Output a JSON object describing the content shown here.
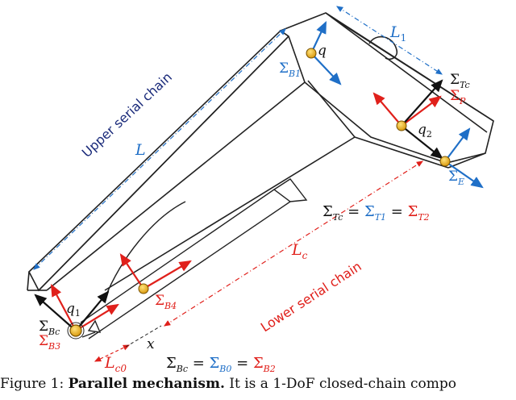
{
  "labels": {
    "upper_chain": "Upper serial chain",
    "lower_chain": "Lower serial chain",
    "L": "L",
    "L1": "L",
    "L1_sub": "1",
    "Lc": "L",
    "Lc_sub": "c",
    "Lc0": "L",
    "Lc0_sub": "c0",
    "x": "x",
    "q": "q",
    "q1": "q",
    "q1_sub": "1",
    "q2": "q",
    "q2_sub": "2"
  },
  "frames": {
    "sigma": "Σ",
    "B1": "B1",
    "Tc": "Tc",
    "P": "P",
    "E": "E",
    "B4": "B4",
    "Bc": "Bc",
    "B3": "B3"
  },
  "equations": {
    "eq1": {
      "lhs": "Tc",
      "mid": "T1",
      "rhs": "T2",
      "eq": "="
    },
    "eq2": {
      "lhs": "Bc",
      "mid": "B0",
      "rhs": "B2",
      "eq": "="
    }
  },
  "caption": {
    "prefix": "Figure 1:",
    "bold": "Parallel mechanism.",
    "text": "It is a 1-DoF closed-chain compo"
  },
  "colors": {
    "blue": "#1f6fc7",
    "red": "#e0201b",
    "navy": "#1a2a7a",
    "black": "#111111",
    "joint": "#f0b429"
  }
}
